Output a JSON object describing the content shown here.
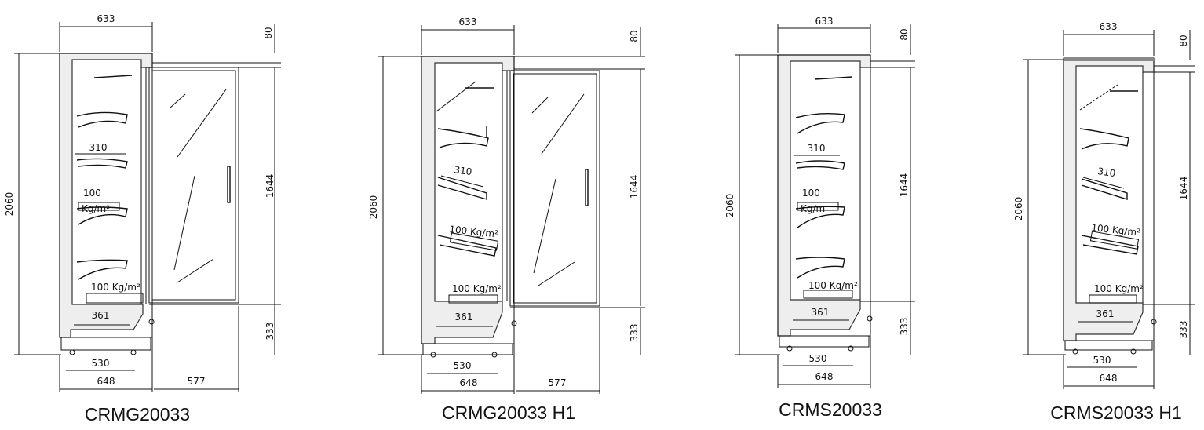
{
  "colors": {
    "ink": "#111111",
    "wall_fill": "#eeeeee",
    "background": "#ffffff"
  },
  "units": [
    {
      "name": "CRMG20033",
      "glass_door": true,
      "tilted_shelves": false,
      "dims": {
        "top_width": "633",
        "top_height": "80",
        "total_height": "2060",
        "display_height": "1644",
        "base_height": "333",
        "shelf_depth": "310",
        "bottom_depth": "361",
        "base_width": "530",
        "total_depth": "648",
        "door_swing": "577"
      },
      "loads": {
        "shelf_load_number": "100",
        "shelf_load_unit": "Kg/m²",
        "bottom_load": "100 Kg/m²"
      }
    },
    {
      "name": "CRMG20033 H1",
      "glass_door": true,
      "tilted_shelves": true,
      "dims": {
        "top_width": "633",
        "top_height": "80",
        "total_height": "2060",
        "display_height": "1644",
        "base_height": "333",
        "shelf_depth": "310",
        "bottom_depth": "361",
        "base_width": "530",
        "total_depth": "648",
        "door_swing": "577"
      },
      "loads": {
        "shelf_load": "100 Kg/m²",
        "bottom_load": "100 Kg/m²"
      }
    },
    {
      "name": "CRMS20033",
      "glass_door": false,
      "tilted_shelves": false,
      "dims": {
        "top_width": "633",
        "top_height": "80",
        "total_height": "2060",
        "display_height": "1644",
        "base_height": "333",
        "shelf_depth": "310",
        "bottom_depth": "361",
        "base_width": "530",
        "total_depth": "648"
      },
      "loads": {
        "shelf_load_number": "100",
        "shelf_load_unit": "Kg/m",
        "bottom_load": "100 Kg/m²"
      }
    },
    {
      "name": "CRMS20033 H1",
      "glass_door": false,
      "tilted_shelves": true,
      "dims": {
        "top_width": "633",
        "top_height": "80",
        "total_height": "2060",
        "display_height": "1644",
        "base_height": "333",
        "shelf_depth": "310",
        "bottom_depth": "361",
        "base_width": "530",
        "total_depth": "648"
      },
      "loads": {
        "shelf_load": "100 Kg/m²",
        "bottom_load": "100 Kg/m²"
      }
    }
  ]
}
